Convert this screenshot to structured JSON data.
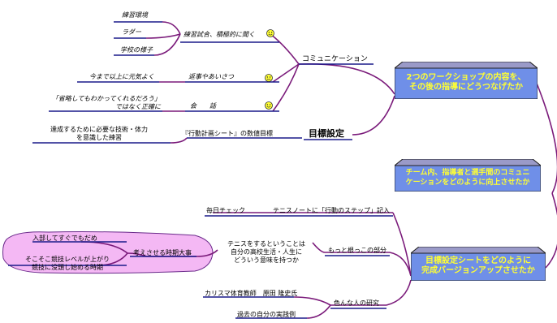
{
  "root_boxes": [
    {
      "id": "box1",
      "label": "2つのワークショップの内容を、\nその後の指導にどうつなげたか"
    },
    {
      "id": "box2",
      "label": "チーム内、指導者と選手間のコミュニ\nケーションをどのように向上させたか"
    },
    {
      "id": "box3",
      "label": "目標設定シートをどのように\n完成バージョンアップさせたか"
    }
  ],
  "nodes": {
    "communication": "コミュニケーション",
    "goal_setting": "目標設定",
    "practice_match": "練習試合、積極的に聞く",
    "practice_env": "練習環境",
    "ladder": "ラダー",
    "school": "学校の様子",
    "greeting": "返事やあいさつ",
    "greeting_note": "今まで以上に元気よく",
    "conversation": "会　　話",
    "conversation_note_1": "「省略してもわかってくれるだろう」",
    "conversation_note_2": "ではなく正確に",
    "action_plan": "『行動計画シート』の数値目標",
    "tech_note_1": "達成するために必要な技術・体力",
    "tech_note_2": "を意識した練習",
    "daily_check": "毎日チェック",
    "tennis_note": "テニスノートに「行動のステップ」記入",
    "deeper": "もっと根っこの部分",
    "tennis_life_1": "テニスをするということは",
    "tennis_life_2": "自分の高校生活・人生に",
    "tennis_life_3": "どういう意味を持つか",
    "timing": "考えさせる時期大事",
    "right_after_join": "入部してすぐでもだめ",
    "level_up_1": "そこそこ競技レベルが上がり",
    "level_up_2": "競技に没頭し始める時期",
    "research": "色んな人の研究",
    "charisma": "カリスマ体育教師　原田 隆史氏",
    "past_self": "過去の自分の実践例"
  },
  "colors": {
    "branch_line": "#7a1a7a",
    "underline": "#1a1a8a",
    "box_fill": "#6f8fe8",
    "box_top": "#9a9ac8",
    "box_text": "#ffff33",
    "bubble_fill": "#f4b8f4",
    "bubble_stroke": "#6a2a8a",
    "smile_fill": "#ffff33"
  }
}
